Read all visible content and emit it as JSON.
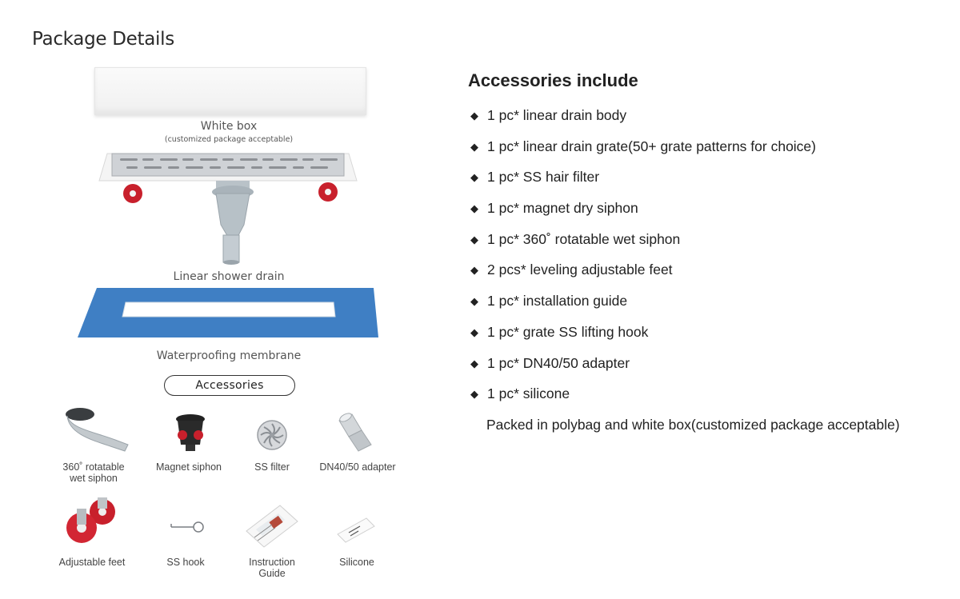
{
  "page_title": "Package Details",
  "diagram": {
    "white_box_label": "White box",
    "white_box_note": "(customized package acceptable)",
    "drain_label": "Linear shower drain",
    "membrane_label": "Waterproofing membrane",
    "accessories_pill": "Accessories"
  },
  "accessory_items": [
    {
      "line1": "360˚ rotatable",
      "line2": "wet siphon",
      "icon": "wet-siphon-icon"
    },
    {
      "line1": "Magnet siphon",
      "line2": "",
      "icon": "magnet-siphon-icon"
    },
    {
      "line1": "SS filter",
      "line2": "",
      "icon": "filter-icon"
    },
    {
      "line1": "DN40/50 adapter",
      "line2": "",
      "icon": "adapter-icon"
    },
    {
      "line1": "Adjustable feet",
      "line2": "",
      "icon": "feet-icon"
    },
    {
      "line1": "SS hook",
      "line2": "",
      "icon": "hook-icon"
    },
    {
      "line1": "Instruction",
      "line2": "Guide",
      "icon": "guide-icon"
    },
    {
      "line1": "Silicone",
      "line2": "",
      "icon": "silicone-icon"
    }
  ],
  "accessories": {
    "title": "Accessories include",
    "bullet": "◆",
    "items": [
      "1 pc* linear drain body",
      "1 pc* linear drain grate(50+ grate patterns for choice)",
      "1 pc* SS hair filter",
      "1 pc* magnet dry siphon",
      "1 pc* 360˚ rotatable wet siphon",
      "2 pcs* leveling adjustable feet",
      "1 pc* installation guide",
      "1 pc* grate SS lifting hook",
      "1 pc* DN40/50 adapter",
      "1 pc* silicone"
    ],
    "packed_note": "Packed in polybag and white box(customized package acceptable)"
  },
  "colors": {
    "membrane_blue": "#3f7fc4",
    "feet_red": "#c8202c",
    "steel": "#c9ccd0"
  }
}
